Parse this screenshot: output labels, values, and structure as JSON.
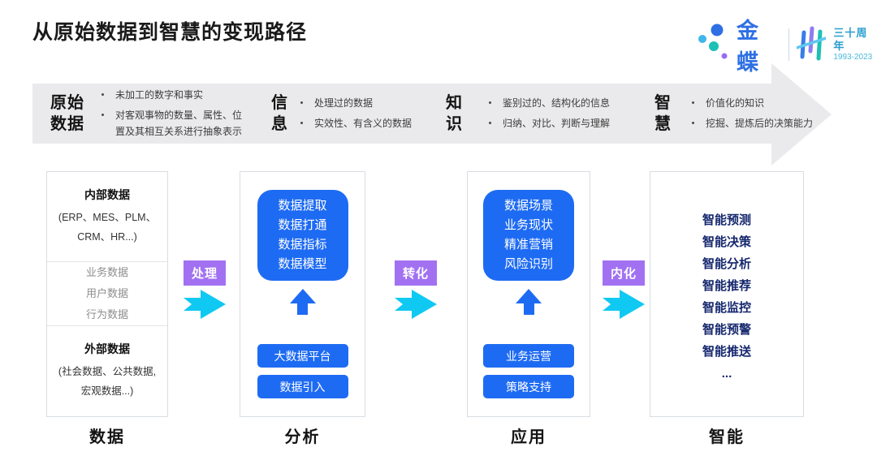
{
  "page": {
    "title": "从原始数据到智慧的变现路径"
  },
  "logo": {
    "brand": "金蝶",
    "anniversary": "三十周年",
    "years": "1993-2023"
  },
  "banner": {
    "stages": [
      {
        "term_lines": [
          "原始",
          "数据"
        ],
        "points": [
          "未加工的数字和事实",
          "对客观事物的数量、属性、位置及其相互关系进行抽象表示"
        ]
      },
      {
        "term_lines": [
          "信",
          "息"
        ],
        "points": [
          "处理过的数据",
          "实效性、有含义的数据"
        ]
      },
      {
        "term_lines": [
          "知",
          "识"
        ],
        "points": [
          "鉴别过的、结构化的信息",
          "归纳、对比、判断与理解"
        ]
      },
      {
        "term_lines": [
          "智",
          "慧"
        ],
        "points": [
          "价值化的知识",
          "挖掘、提炼后的决策能力"
        ]
      }
    ]
  },
  "connectors": [
    {
      "label": "处理"
    },
    {
      "label": "转化"
    },
    {
      "label": "内化"
    }
  ],
  "columns": {
    "data": {
      "label": "数据",
      "internal": {
        "title": "内部数据",
        "lines": [
          "(ERP、MES、PLM、",
          "CRM、HR...)"
        ]
      },
      "middle_items": [
        "业务数据",
        "用户数据",
        "行为数据"
      ],
      "external": {
        "title": "外部数据",
        "lines": [
          "(社会数据、公共数据,",
          "宏观数据...)"
        ]
      }
    },
    "analysis": {
      "label": "分析",
      "card_lines": [
        "数据提取",
        "数据打通",
        "数据指标",
        "数据模型"
      ],
      "buttons": [
        "大数据平台",
        "数据引入"
      ]
    },
    "application": {
      "label": "应用",
      "card_lines": [
        "数据场景",
        "业务现状",
        "精准营销",
        "风险识别"
      ],
      "buttons": [
        "业务运营",
        "策略支持"
      ]
    },
    "intelligence": {
      "label": "智能",
      "items": [
        "智能预测",
        "智能决策",
        "智能分析",
        "智能推荐",
        "智能监控",
        "智能预警",
        "智能推送",
        "..."
      ]
    }
  },
  "colors": {
    "banner_gray": "#eaeaec",
    "primary_blue": "#1e6bf3",
    "cyan_arrow": "#10c9f2",
    "purple_badge": "#a271f2",
    "navy_text": "#16286e",
    "brand_blue": "#2e6fe4",
    "teal": "#1fc0b4"
  }
}
